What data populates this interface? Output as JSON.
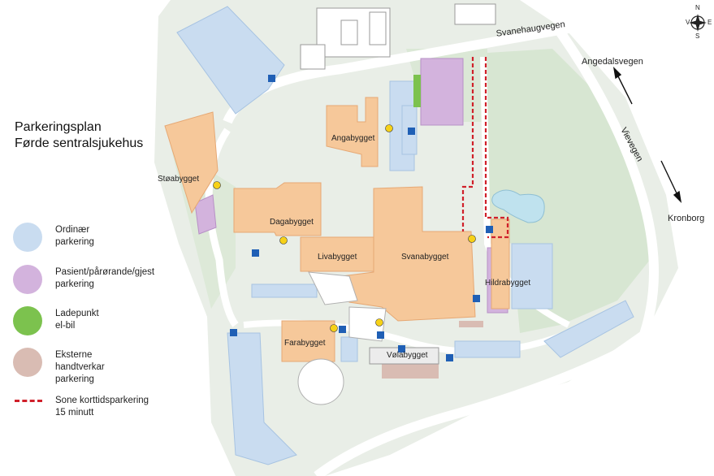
{
  "title": {
    "line1": "Parkeringsplan",
    "line2": "Førde sentralsjukehus"
  },
  "legend": [
    {
      "line1": "Ordinær",
      "line2": "parkering",
      "color": "#c9dcf0"
    },
    {
      "line1": "Pasient/pårørande/gjest",
      "line2": "parkering",
      "color": "#d3b3dd"
    },
    {
      "line1": "Ladepunkt",
      "line2": "el-bil",
      "color": "#7cc24e"
    },
    {
      "line1": "Eksterne handtverkar",
      "line2": "parkering",
      "color": "#d9bcb3"
    }
  ],
  "legend_zone": {
    "line1": "Sone korttidsparkering",
    "line2": "15 minutt",
    "color": "#d0202a"
  },
  "buildings": {
    "angabygget": "Angabygget",
    "stoabygget": "Støabygget",
    "dagabygget": "Dagabygget",
    "livabygget": "Livabygget",
    "svanabygget": "Svanabygget",
    "hildrabygget": "Hildrabygget",
    "farabygget": "Farabygget",
    "volabygget": "Vølabygget"
  },
  "roads": {
    "svanehaugvegen": "Svanehaugvegen",
    "angedalsvegen": "Angedalsvegen",
    "vievegen": "Vievegen",
    "kronborg": "Kronborg"
  },
  "compass": {
    "n": "N",
    "s": "S",
    "e": "E",
    "w": "V"
  },
  "colors": {
    "building": "#f6c89a",
    "ordinary": "#c9dcf0",
    "patient": "#d3b3dd",
    "charging": "#7cc24e",
    "external": "#d9bcb3",
    "green": "#dde9d8",
    "road": "#ffffff",
    "zone": "#d0202a",
    "handicap": "#1f5fb5",
    "entrance": "#f6d117"
  }
}
